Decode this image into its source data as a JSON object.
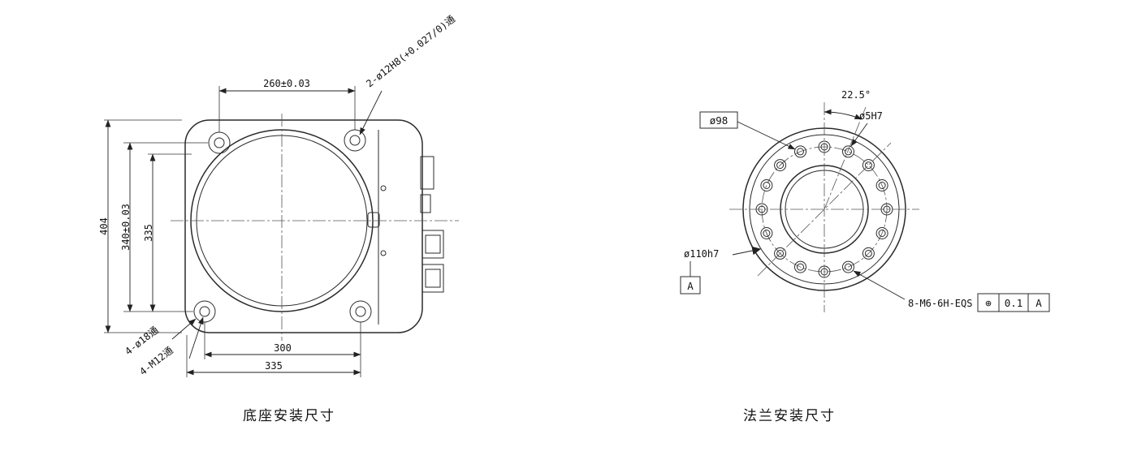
{
  "drawing": {
    "base_view": {
      "caption": "底座安装尺寸",
      "dim_top_width": "260±0.03",
      "dowel_note": "2-ø12H8(+0.027/0)通",
      "dim_height_overall": "404",
      "dim_height_holes": "340±0.03",
      "dim_height_inner": "335",
      "dim_bottom_holes": "300",
      "dim_bottom_overall": "335",
      "clearance_note": "4-ø18通",
      "thread_note": "4-M12通"
    },
    "flange_view": {
      "caption": "法兰安装尺寸",
      "dim_bolt_circle": "ø98",
      "dim_angle": "22.5°",
      "dim_pin_hole": "ø5H7",
      "dim_spigot": "ø110h7",
      "datum_label": "A",
      "thread_note": "8-M6-6H-EQS",
      "fcf": {
        "symbol": "⊕",
        "tolerance": "0.1",
        "datum": "A"
      }
    }
  }
}
